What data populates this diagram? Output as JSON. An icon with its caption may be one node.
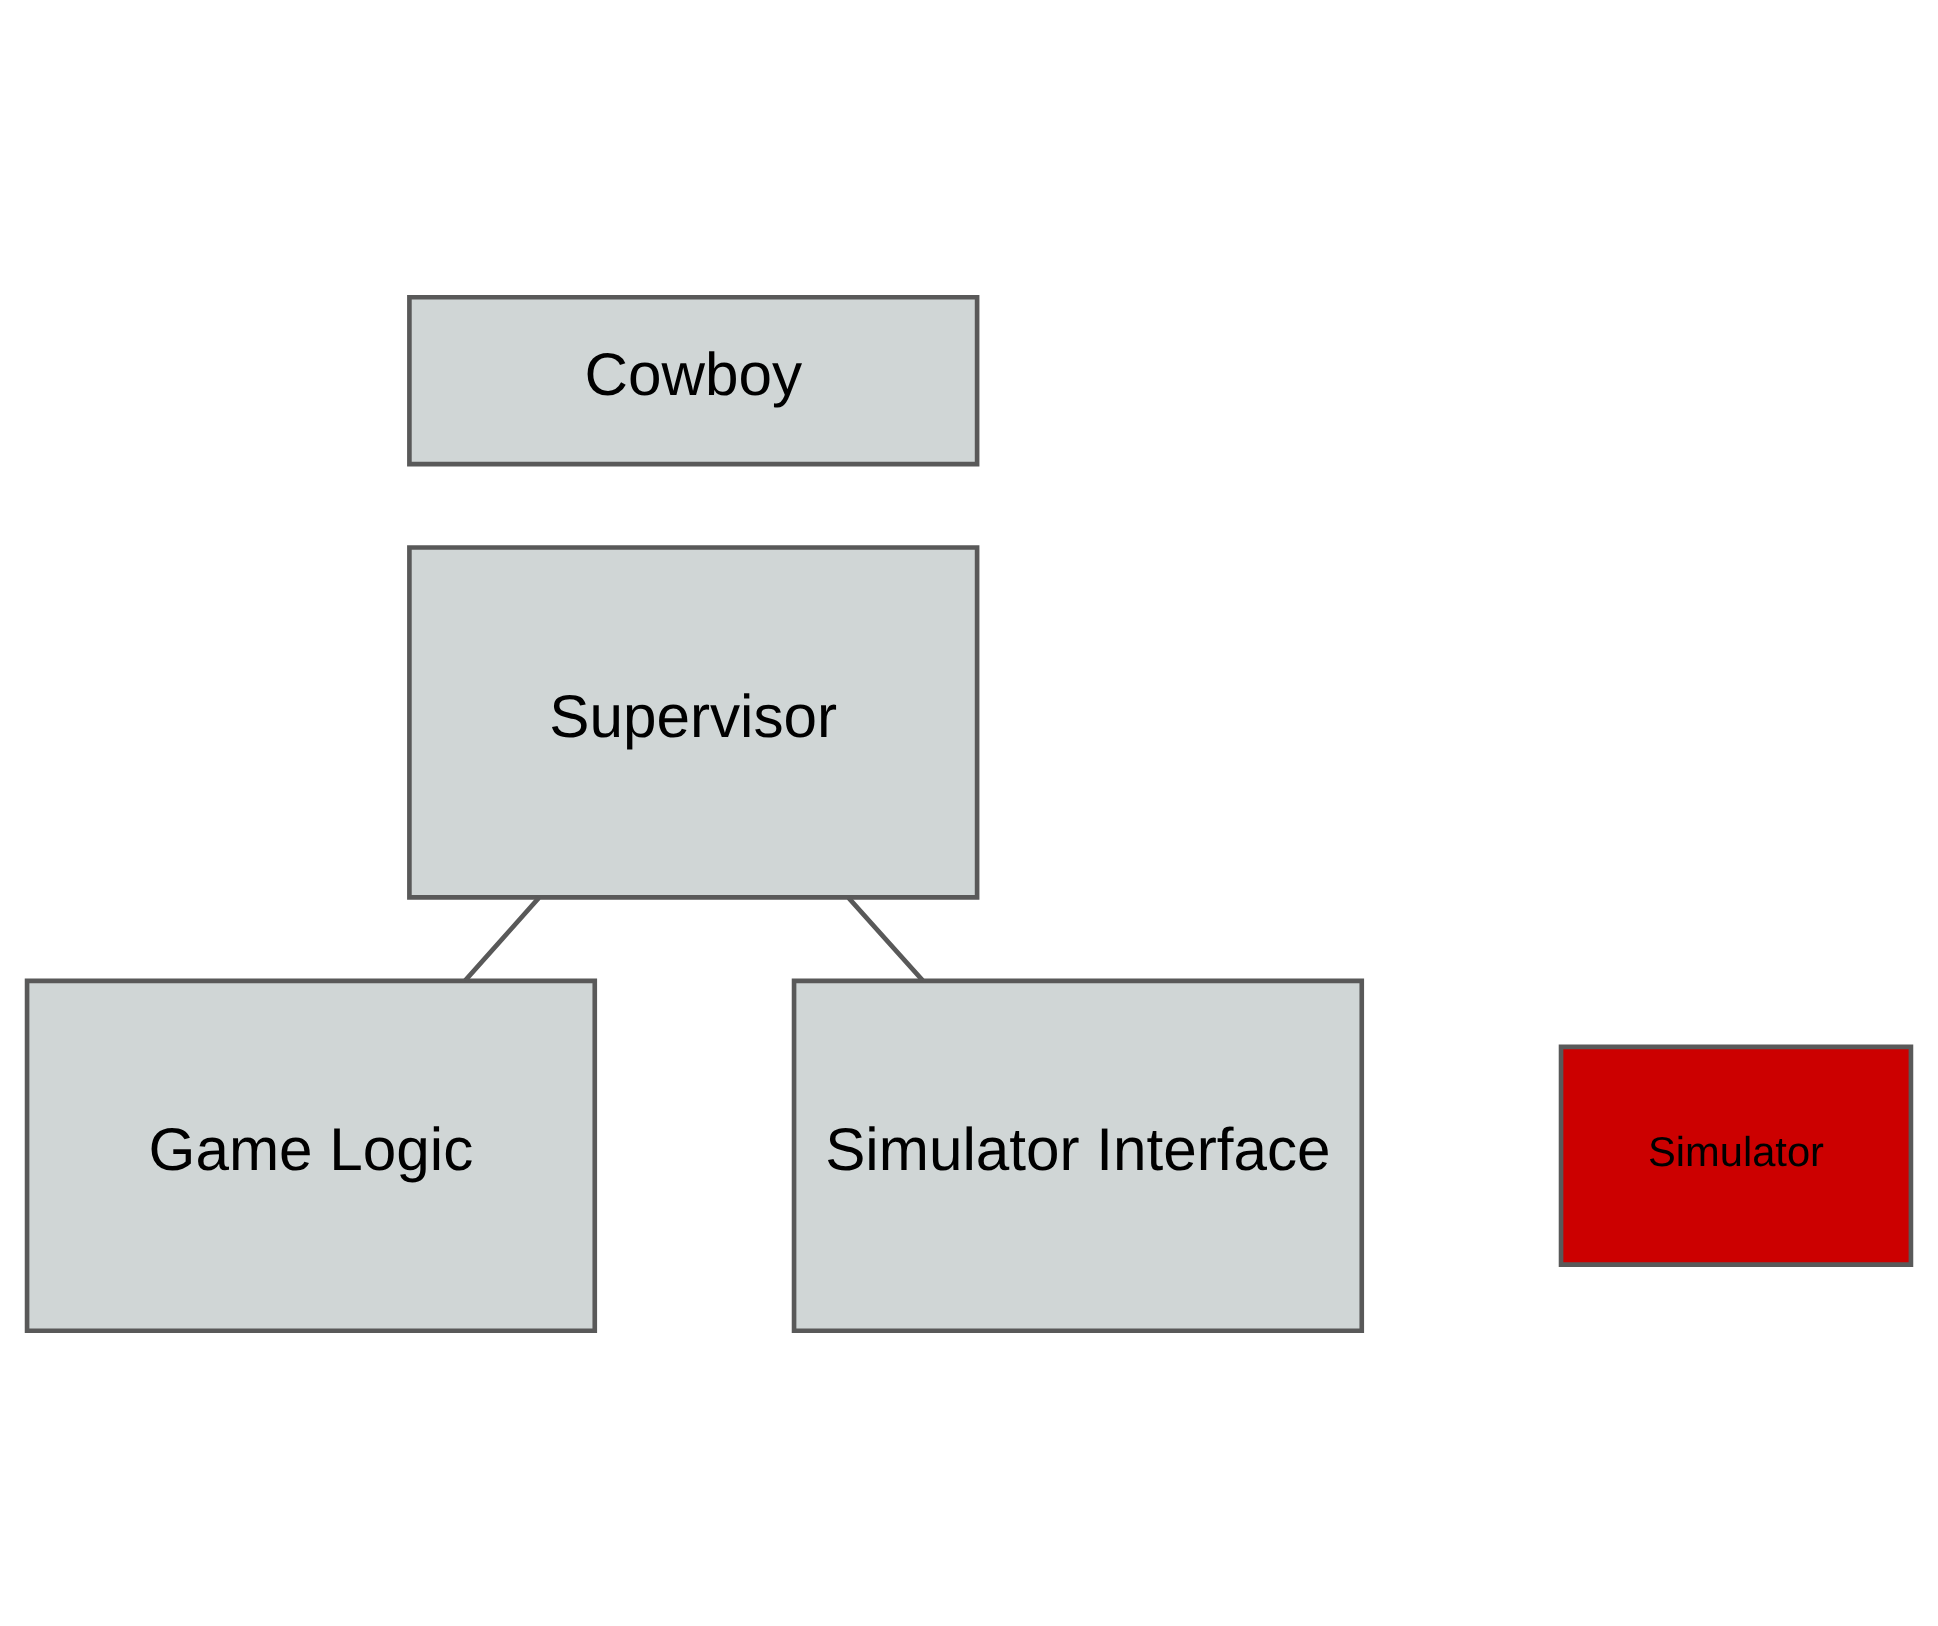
{
  "diagram": {
    "nodes": [
      {
        "text": [
          "Cowboy"
        ]
      },
      {
        "text": [
          "Supervisor"
        ]
      },
      {
        "text": [
          "Game Logic"
        ]
      },
      {
        "text": [
          "Simulator Interface"
        ]
      },
      {
        "text": [
          "Simulator"
        ]
      }
    ],
    "edges": [
      {
        "from": 1,
        "to": 2,
        "arrow": "none"
      },
      {
        "from": 1,
        "to": 3,
        "arrow": "none"
      }
    ]
  }
}
